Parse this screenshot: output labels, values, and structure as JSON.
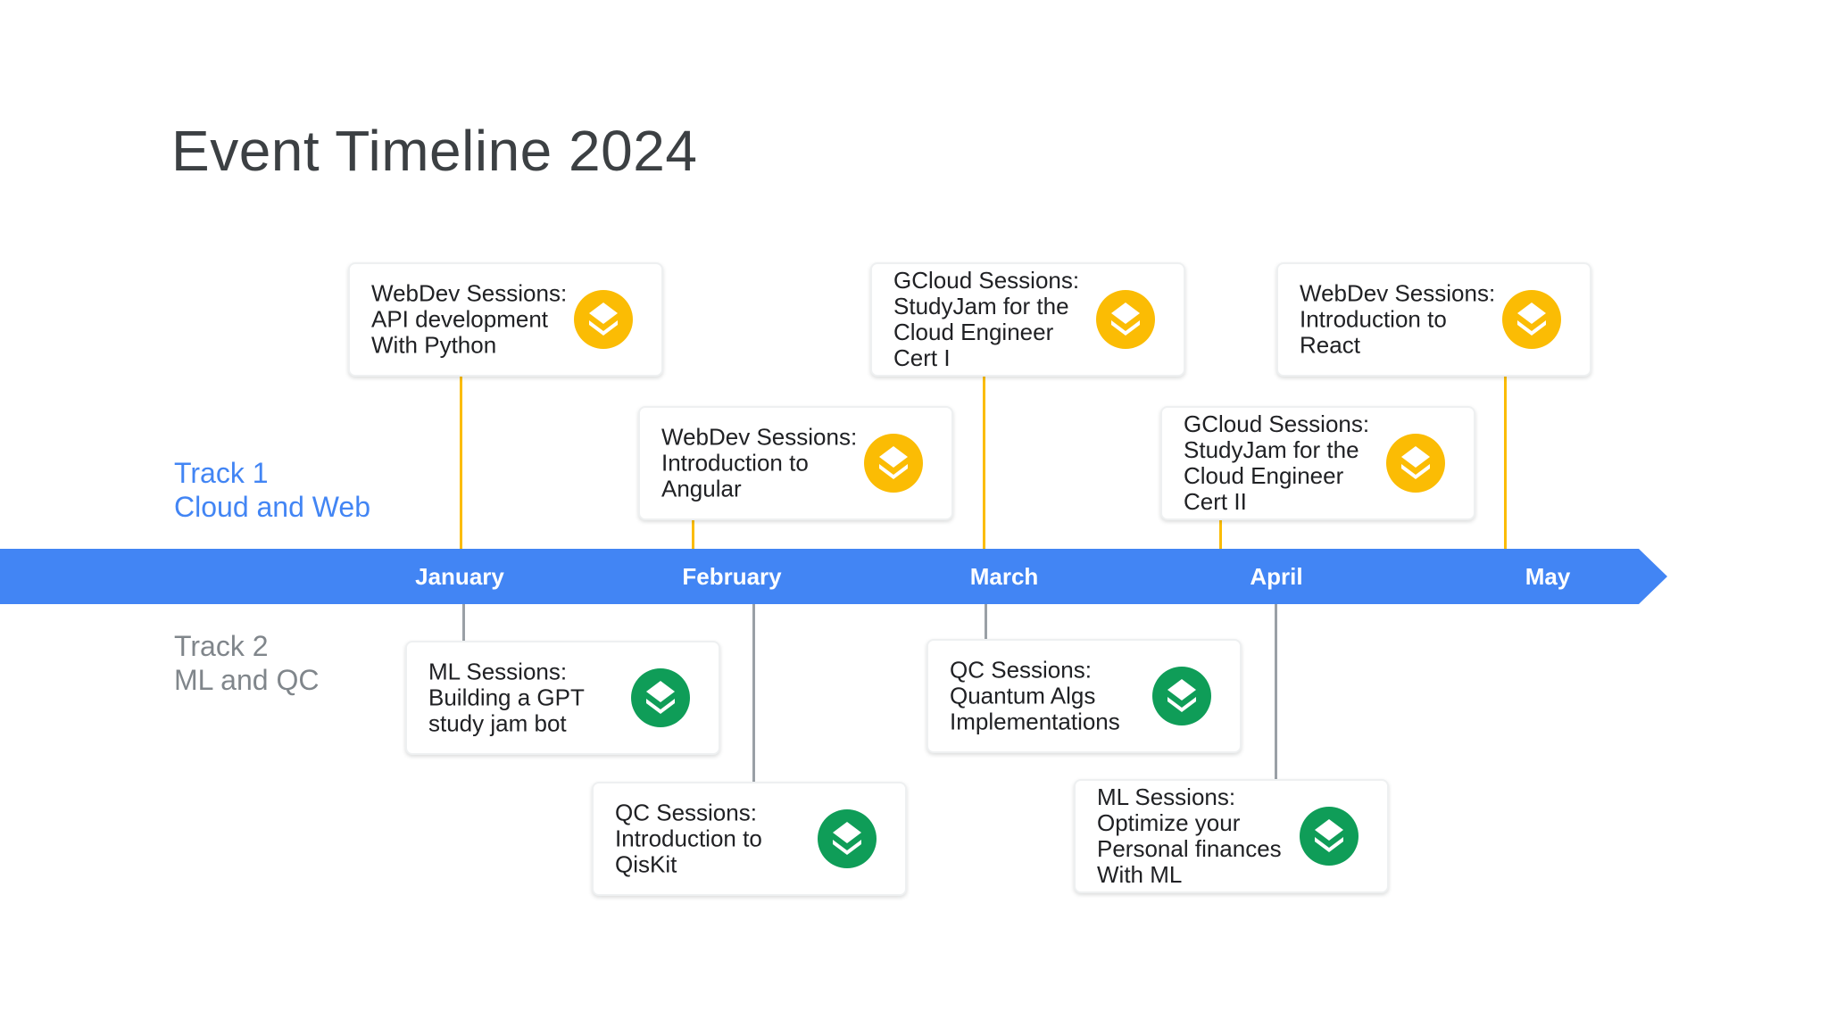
{
  "title": "Event Timeline 2024",
  "tracks": [
    {
      "line1": "Track 1",
      "line2": "Cloud and Web"
    },
    {
      "line1": "Track 2",
      "line2": "ML and QC"
    }
  ],
  "months": [
    "January",
    "February",
    "March",
    "April",
    "May"
  ],
  "colors": {
    "timeline": "#4285f4",
    "track1_text": "#4285f4",
    "track2_text": "#80868b",
    "track1_icon": "#fbbc04",
    "track2_icon": "#0f9d58",
    "track1_connector": "#fbbc04",
    "track2_connector": "#9aa0a6"
  },
  "events": {
    "track1": [
      {
        "lines": [
          "WebDev Sessions:",
          "API development",
          "With Python"
        ],
        "icon": "layers-icon"
      },
      {
        "lines": [
          "WebDev Sessions:",
          "Introduction to",
          "Angular"
        ],
        "icon": "layers-icon"
      },
      {
        "lines": [
          "GCloud Sessions:",
          "StudyJam for the",
          "Cloud Engineer",
          "Cert I"
        ],
        "icon": "layers-icon"
      },
      {
        "lines": [
          "GCloud Sessions:",
          "StudyJam for the",
          "Cloud Engineer",
          "Cert II"
        ],
        "icon": "layers-icon"
      },
      {
        "lines": [
          "WebDev Sessions:",
          "Introduction to",
          "React"
        ],
        "icon": "layers-icon"
      }
    ],
    "track2": [
      {
        "lines": [
          "ML Sessions:",
          "Building a GPT",
          "study jam bot"
        ],
        "icon": "layers-icon"
      },
      {
        "lines": [
          "QC Sessions:",
          "Introduction to",
          "QisKit"
        ],
        "icon": "layers-icon"
      },
      {
        "lines": [
          "QC Sessions:",
          "Quantum Algs",
          "Implementations"
        ],
        "icon": "layers-icon"
      },
      {
        "lines": [
          "ML Sessions:",
          "Optimize your",
          "Personal finances",
          "With ML"
        ],
        "icon": "layers-icon"
      }
    ]
  }
}
